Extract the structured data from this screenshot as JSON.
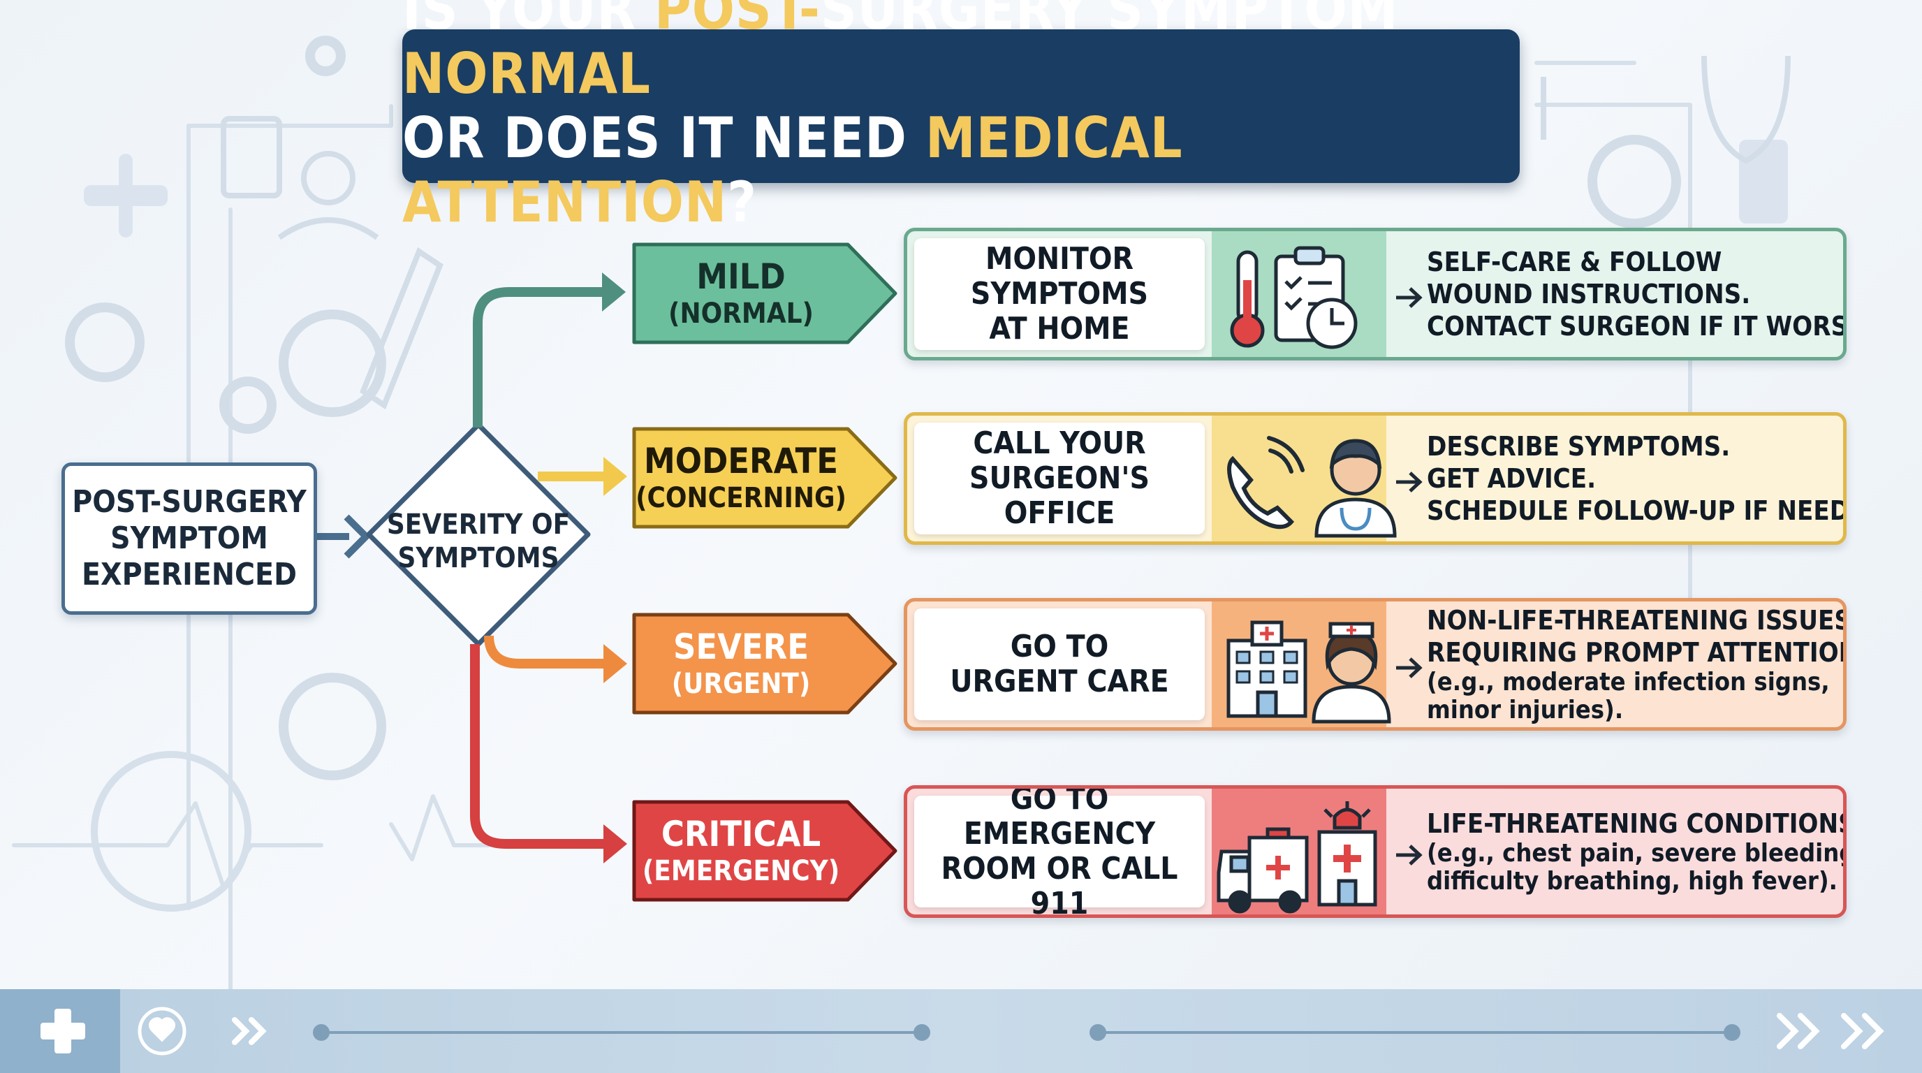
{
  "title": {
    "line1_a": "IS YOUR ",
    "line1_hl": "POST-",
    "line1_b": "SURGERY SYMPTOM ",
    "line1_hl2": "NORMAL",
    "line2_a": "OR DOES IT NEED ",
    "line2_hl": "MEDICAL ATTENTION",
    "line2_b": "?"
  },
  "start": {
    "lines": [
      "POST-SURGERY",
      "SYMPTOM",
      "EXPERIENCED"
    ]
  },
  "decision": {
    "lines": [
      "SEVERITY OF",
      "SYMPTOMS"
    ]
  },
  "levels": [
    {
      "label": "MILD",
      "sub": "(NORMAL)",
      "action": [
        "MONITOR",
        "SYMPTOMS",
        "AT HOME"
      ],
      "desc": [
        "SELF-CARE & FOLLOW",
        "WOUND INSTRUCTIONS.",
        "CONTACT SURGEON IF IT WORSENS."
      ],
      "desc_small": [],
      "icons": [
        "thermometer-icon",
        "clipboard-icon",
        "clock-icon"
      ],
      "colors": {
        "tag": "#6cbf9c",
        "tag_border": "#2f6f5a",
        "text": "#15302a",
        "row_bg": "#e5f4ec",
        "row_border": "#6aa98e",
        "icon_bg": "#a9dcc3",
        "arrow": "#4f8f80"
      }
    },
    {
      "label": "MODERATE",
      "sub": "(CONCERNING)",
      "action": [
        "CALL YOUR",
        "SURGEON'S OFFICE"
      ],
      "desc": [
        "DESCRIBE SYMPTOMS.",
        "GET ADVICE.",
        "SCHEDULE FOLLOW-UP IF NEEDED."
      ],
      "desc_small": [],
      "icons": [
        "phone-icon",
        "doctor-icon"
      ],
      "colors": {
        "tag": "#f6cf55",
        "tag_border": "#8a6b16",
        "text": "#1f1a08",
        "row_bg": "#fdf3d8",
        "row_border": "#e0b84a",
        "icon_bg": "#f8df8f",
        "arrow": "#f2c94c"
      }
    },
    {
      "label": "SEVERE",
      "sub": "(URGENT)",
      "action": [
        "GO TO",
        "URGENT CARE"
      ],
      "desc": [
        "NON-LIFE-THREATENING ISSUES",
        "REQUIRING PROMPT ATTENTION"
      ],
      "desc_small": [
        "(e.g., moderate infection signs,",
        "minor injuries)."
      ],
      "icons": [
        "hospital-icon",
        "nurse-icon"
      ],
      "colors": {
        "tag": "#f4934a",
        "tag_border": "#7a3f15",
        "text": "#ffffff",
        "row_bg": "#fde3d1",
        "row_border": "#e59560",
        "icon_bg": "#f6b27c",
        "arrow": "#ee8a3e"
      }
    },
    {
      "label": "CRITICAL",
      "sub": "(EMERGENCY)",
      "action": [
        "GO TO",
        "EMERGENCY",
        "ROOM OR CALL 911"
      ],
      "desc": [
        "LIFE-THREATENING CONDITIONS"
      ],
      "desc_small": [
        "(e.g., chest pain, severe bleeding,",
        "difficulty breathing, high fever)."
      ],
      "icons": [
        "ambulance-icon",
        "emergency-hospital-icon"
      ],
      "colors": {
        "tag": "#e04545",
        "tag_border": "#701818",
        "text": "#ffffff",
        "row_bg": "#fbdcdc",
        "row_border": "#d85656",
        "icon_bg": "#ee7e7e",
        "arrow": "#d64040"
      }
    }
  ],
  "decor_icons": [
    "gear-icon",
    "medical-cross-icon",
    "caduceus-icon",
    "stethoscope-icon",
    "heartbeat-icon",
    "checklist-icon",
    "syringe-icon"
  ],
  "bottom_bar": {
    "icons": [
      "plus-icon",
      "heart-support-icon",
      "double-chevron-icon"
    ]
  }
}
